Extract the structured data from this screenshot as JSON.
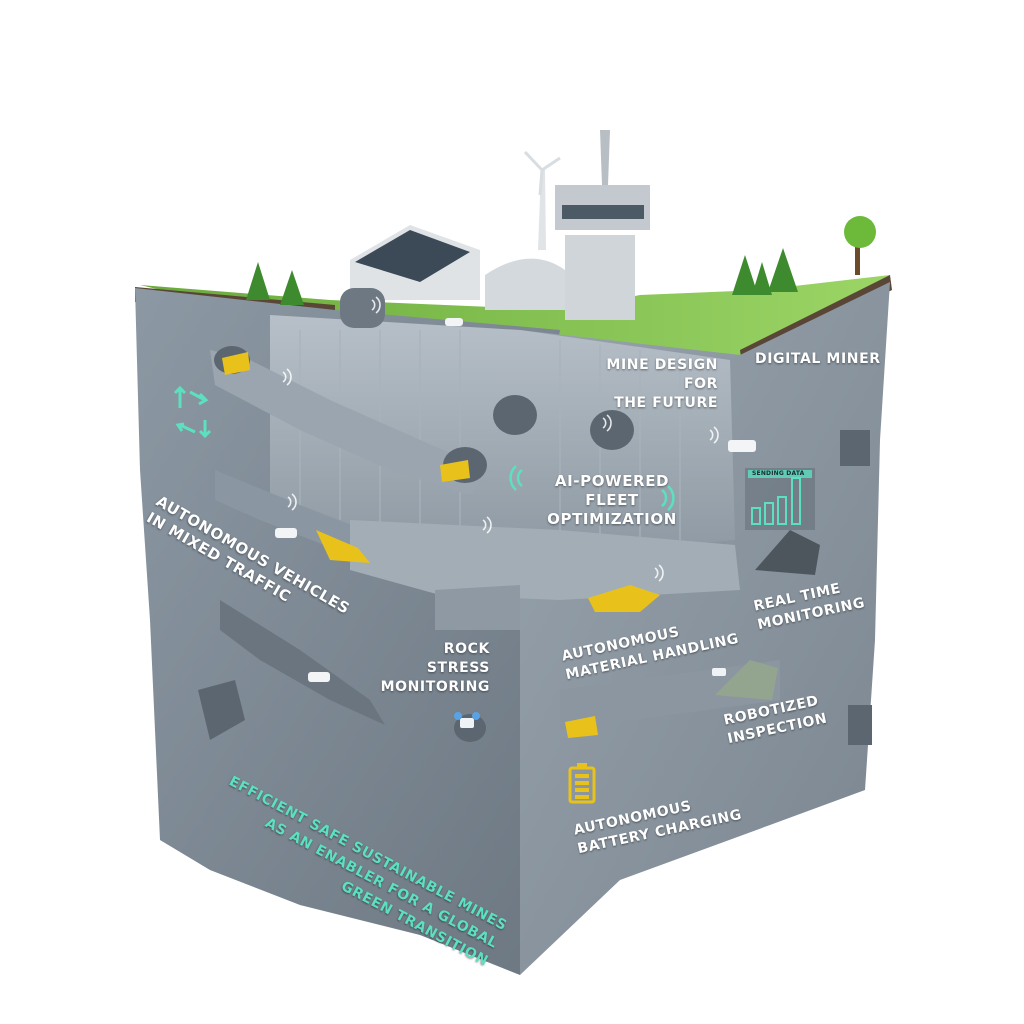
{
  "labels": {
    "mine_design": "MINE DESIGN FOR\nTHE FUTURE",
    "digital_miner": "DIGITAL MINER",
    "ai_fleet": "AI-POWERED\nFLEET OPTIMIZATION",
    "autonomous_vehicles": "AUTONOMOUS VEHICLES\nIN MIXED TRAFFIC",
    "real_time": "REAL TIME\nMONITORING",
    "material_handling": "AUTONOMOUS\nMATERIAL HANDLING",
    "rock_stress": "ROCK STRESS\nMONITORING",
    "robotized_inspection": "ROBOTIZED\nINSPECTION",
    "battery_charging": "AUTONOMOUS\nBATTERY CHARGING",
    "tagline": "EFFICIENT SAFE SUSTAINABLE MINES\nAS AN ENABLER FOR A GLOBAL\nGREEN TRANSITION"
  },
  "screen": {
    "title": "SENDING DATA"
  },
  "colors": {
    "accent": "#5ce0c0",
    "rock": "#7f8c98",
    "grass": "#7fc24a",
    "truck": "#e8c21a"
  },
  "icons": [
    "wind-turbine-icon",
    "signal-tower-icon",
    "solar-panel-icon",
    "pine-tree-icon",
    "wifi-icon",
    "battery-icon",
    "refresh-arrows-icon",
    "bar-chart-icon",
    "mining-truck-icon",
    "drone-icon"
  ]
}
